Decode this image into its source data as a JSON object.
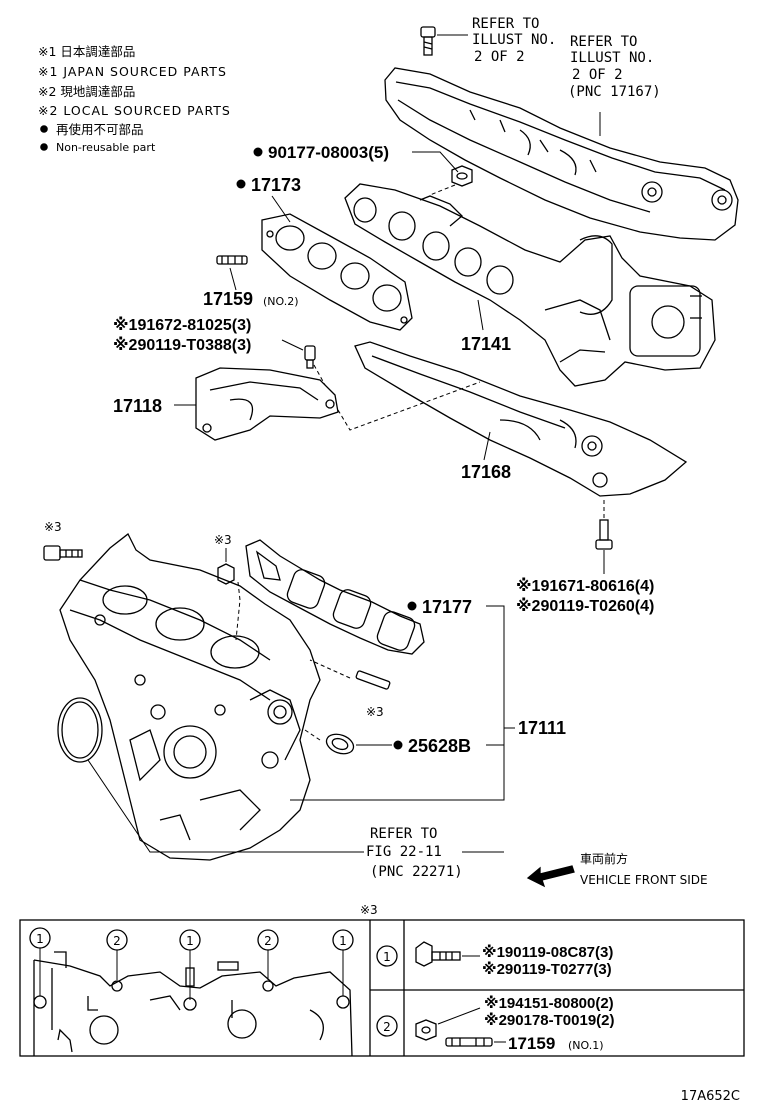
{
  "legend": {
    "l1": "※1 日本調達部品",
    "l2": "※1 JAPAN SOURCED PARTS",
    "l3": "※2 現地調達部品",
    "l4": "※2 LOCAL SOURCED PARTS",
    "l5": "再使用不可部品",
    "l6": "Non-reusable part"
  },
  "refer_top_a": {
    "l1": "REFER TO",
    "l2": "ILLUST NO.",
    "l3": "2 OF 2"
  },
  "refer_top_b": {
    "l1": "REFER TO",
    "l2": "ILLUST NO.",
    "l3": "2 OF 2",
    "l4": "(PNC 17167)"
  },
  "parts": {
    "p90177": "90177-08003(5)",
    "p17173": "17173",
    "p17159": "17159",
    "p17159_suffix": "(NO.2)",
    "p91672": "※191672-81025(3)",
    "p90119a": "※290119-T0388(3)",
    "p17141": "17141",
    "p17118": "17118",
    "p17168": "17168",
    "p91671": "※191671-80616(4)",
    "p90119b": "※290119-T0260(4)",
    "p17177": "17177",
    "p17111": "17111",
    "p25628": "25628B",
    "mark3a": "※3",
    "mark3b": "※3",
    "mark3c": "※3"
  },
  "refer_fig": {
    "l1": "REFER TO",
    "l2": "FIG 22-11",
    "l3": "(PNC 22271)"
  },
  "front": {
    "jp": "車両前方",
    "en": "VEHICLE FRONT SIDE"
  },
  "bottom": {
    "title": "※3",
    "bubbles": [
      "1",
      "2",
      "1",
      "2",
      "1"
    ],
    "row1_no": "1",
    "row1_a": "※190119-08C87(3)",
    "row1_b": "※290119-T0277(3)",
    "row2_no": "2",
    "row2_a": "※194151-80800(2)",
    "row2_b": "※290178-T0019(2)",
    "row2_c": "17159",
    "row2_c_suffix": "(NO.1)"
  },
  "code": "17A652C"
}
